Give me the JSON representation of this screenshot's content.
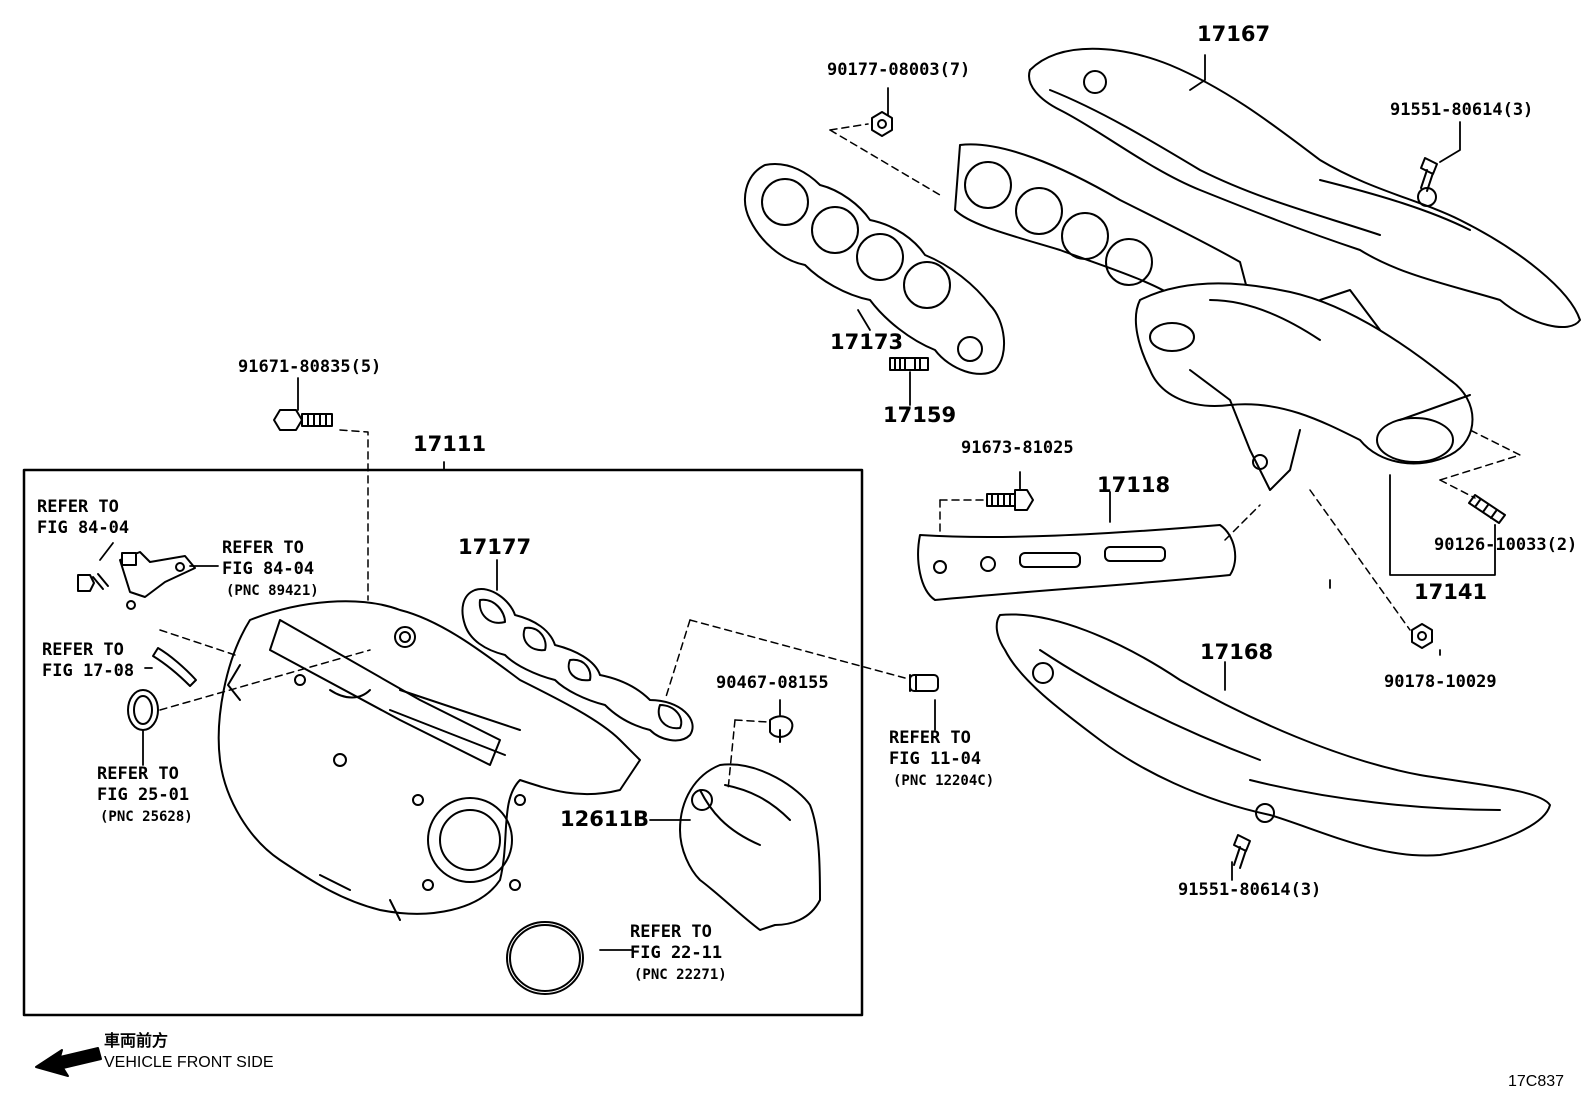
{
  "parts": {
    "p17167": "17167",
    "p90177": "90177-08003(7)",
    "p91551_top": "91551-80614(3)",
    "p17173": "17173",
    "p91671": "91671-80835(5)",
    "p17159": "17159",
    "p17111": "17111",
    "p91673": "91673-81025",
    "p17118": "17118",
    "p90126": "90126-10033(2)",
    "p17141": "17141",
    "p17177": "17177",
    "p17168": "17168",
    "p90178": "90178-10029",
    "p90467": "90467-08155",
    "p12611B": "12611B",
    "p91551_bottom": "91551-80614(3)"
  },
  "refs": {
    "ref1": {
      "line1": "REFER TO",
      "line2": "FIG 84-04"
    },
    "ref2": {
      "line1": "REFER TO",
      "line2": "FIG 84-04",
      "pnc": "(PNC 89421)"
    },
    "ref3": {
      "line1": "REFER TO",
      "line2": "FIG 17-08"
    },
    "ref4": {
      "line1": "REFER TO",
      "line2": "FIG 25-01",
      "pnc": "(PNC 25628)"
    },
    "ref5": {
      "line1": "REFER TO",
      "line2": "FIG 11-04",
      "pnc": "(PNC 12204C)"
    },
    "ref6": {
      "line1": "REFER TO",
      "line2": "FIG 22-11",
      "pnc": "(PNC 22271)"
    }
  },
  "legend": {
    "jp": "車両前方",
    "en": "VEHICLE FRONT SIDE"
  },
  "figure_code": "17C837"
}
